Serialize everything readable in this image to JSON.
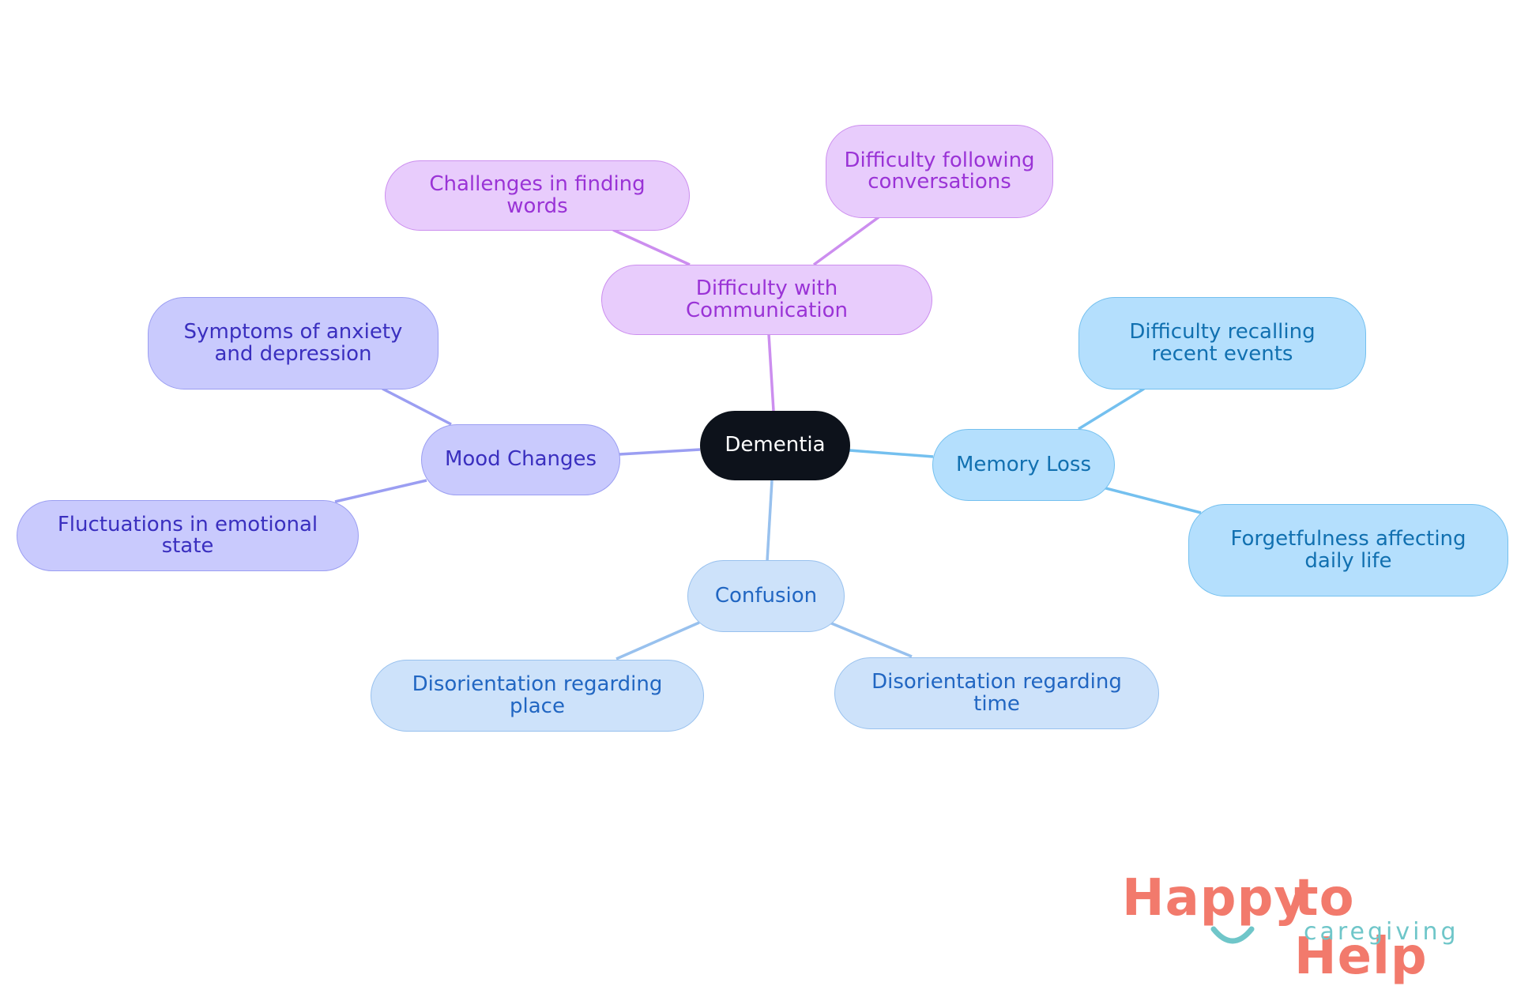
{
  "diagram": {
    "root": {
      "label": "Dementia"
    },
    "branches": [
      {
        "label": "Difficulty with Communication",
        "children": [
          "Challenges in finding words",
          "Difficulty following conversations"
        ]
      },
      {
        "label": "Mood Changes",
        "children": [
          "Symptoms of anxiety and depression",
          "Fluctuations in emotional state"
        ]
      },
      {
        "label": "Memory Loss",
        "children": [
          "Difficulty recalling recent events",
          "Forgetfulness affecting daily life"
        ]
      },
      {
        "label": "Confusion",
        "children": [
          "Disorientation regarding place",
          "Disorientation regarding time"
        ]
      }
    ],
    "colors": {
      "root": "#0d121b",
      "communication": "#e8ccfc",
      "mood": "#c9cafd",
      "memory": "#b4dffd",
      "confusion": "#cde2fa"
    }
  },
  "logo": {
    "word1": "Happy",
    "word2": "to Help",
    "tagline": "caregiving",
    "colors": {
      "primary": "#f27a6c",
      "accent": "#6fc6c9"
    }
  }
}
